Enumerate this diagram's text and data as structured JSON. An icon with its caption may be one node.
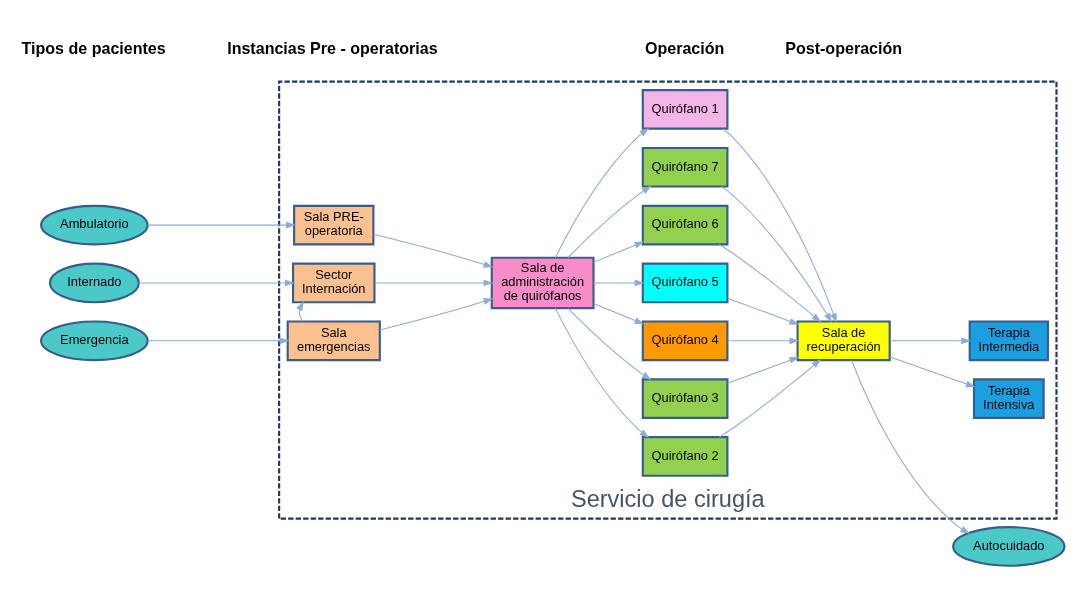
{
  "diagram": {
    "nodes": [
      {
        "text": [
          "Servicio de cirugía"
        ]
      },
      {
        "text": [
          "Ambulatorio"
        ]
      },
      {
        "text": [
          "Internado"
        ]
      },
      {
        "text": [
          "Emergencia"
        ]
      },
      {
        "text": [
          "Sala PRE- operatoria"
        ],
        "in": 0
      },
      {
        "text": [
          "Sector Internación"
        ],
        "in": 0
      },
      {
        "text": [
          "Sala emergencias"
        ],
        "in": 0
      },
      {
        "text": [
          "Sala de administración de quirófanos"
        ],
        "in": 0
      },
      {
        "text": [
          "Quirófano 1"
        ],
        "in": 0
      },
      {
        "text": [
          "Quirófano 2"
        ],
        "in": 0
      },
      {
        "text": [
          "Quirófano 3"
        ],
        "in": 0
      },
      {
        "text": [
          "Quirófano 4"
        ],
        "in": 0
      },
      {
        "text": [
          "Quirófano 5"
        ],
        "in": 0
      },
      {
        "text": [
          "Quirófano 6"
        ],
        "in": 0
      },
      {
        "text": [
          "Quirófano 7"
        ],
        "in": 0
      },
      {
        "text": [
          "Sala de recuperación"
        ],
        "in": 0
      },
      {
        "text": [
          "Autocuidado"
        ]
      },
      {
        "text": [
          "Terapia Intermedia"
        ],
        "in": 0
      },
      {
        "text": [
          "Terapia Intensiva"
        ],
        "in": 0
      }
    ],
    "edges": [
      {
        "from": 1,
        "to": 4,
        "arrow": "to"
      },
      {
        "from": 2,
        "to": 5,
        "arrow": "to"
      },
      {
        "from": 3,
        "to": 6,
        "arrow": "to"
      },
      {
        "from": 6,
        "to": 5,
        "arrow": "to"
      },
      {
        "from": 4,
        "to": 7,
        "arrow": "to"
      },
      {
        "from": 5,
        "to": 7,
        "arrow": "to"
      },
      {
        "from": 6,
        "to": 7,
        "arrow": "to"
      },
      {
        "from": 7,
        "to": 8,
        "arrow": "to"
      },
      {
        "from": 7,
        "to": 9,
        "arrow": "to"
      },
      {
        "from": 7,
        "to": 10,
        "arrow": "to"
      },
      {
        "from": 7,
        "to": 11,
        "arrow": "to"
      },
      {
        "from": 7,
        "to": 12,
        "arrow": "to"
      },
      {
        "from": 7,
        "to": 13,
        "arrow": "to"
      },
      {
        "from": 7,
        "to": 14,
        "arrow": "to"
      },
      {
        "from": 8,
        "to": 15,
        "arrow": "to"
      },
      {
        "from": 9,
        "to": 15,
        "arrow": "to"
      },
      {
        "from": 10,
        "to": 15,
        "arrow": "to"
      },
      {
        "from": 11,
        "to": 15,
        "arrow": "to"
      },
      {
        "from": 12,
        "to": 15,
        "arrow": "to"
      },
      {
        "from": 13,
        "to": 15,
        "arrow": "to"
      },
      {
        "from": 14,
        "to": 15,
        "arrow": "to"
      },
      {
        "from": 15,
        "to": 16,
        "arrow": "to"
      },
      {
        "from": 15,
        "to": 17,
        "arrow": "to"
      },
      {
        "from": 15,
        "to": 18,
        "arrow": "to"
      }
    ],
    "labels": [
      "Tipos de pacientes",
      "Instancias Pre - operatorias",
      "Operación",
      "Post-operación"
    ]
  }
}
